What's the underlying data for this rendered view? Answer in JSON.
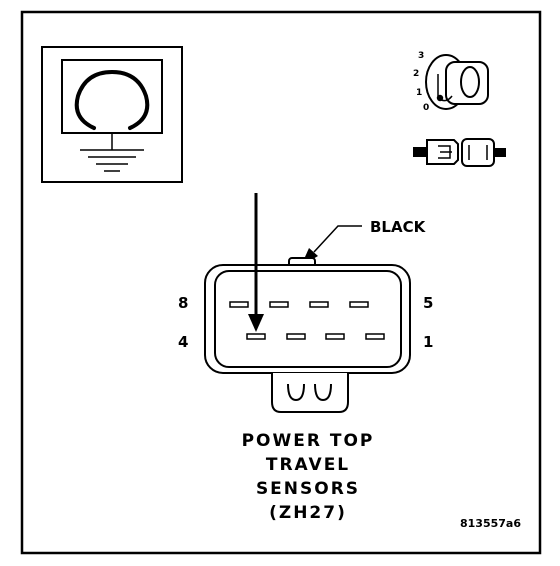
{
  "diagram": {
    "callout_label": "BLACK",
    "pin_labels": {
      "top_left": "8",
      "bottom_left": "4",
      "top_right": "5",
      "bottom_right": "1"
    },
    "title_lines": [
      "POWER TOP",
      "TRAVEL",
      "SENSORS",
      "(ZH27)"
    ],
    "figure_number": "813557a6",
    "ignition_positions": [
      "3",
      "2",
      "1",
      "0"
    ],
    "icons": [
      "ohmmeter-icon",
      "ignition-key-icon",
      "disconnected-connector-icon"
    ]
  }
}
